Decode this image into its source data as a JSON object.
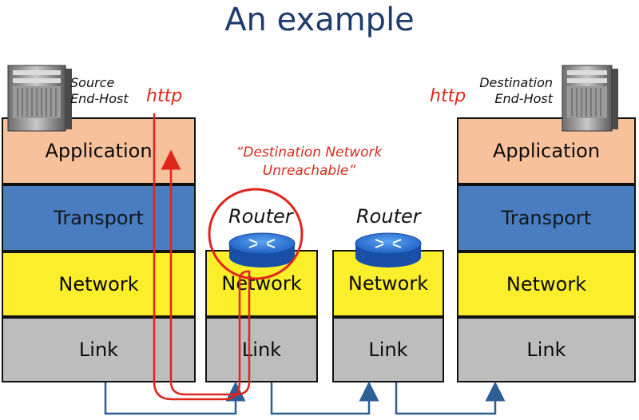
{
  "title": "An example",
  "source": {
    "line1": "Source",
    "line2": "End-Host"
  },
  "destination": {
    "line1": "Destination",
    "line2": "End-Host"
  },
  "http_left": "http",
  "http_right": "http",
  "annotation": {
    "line1": "“Destination Network",
    "line2": "Unreachable”"
  },
  "router_labels": [
    "Router",
    "Router"
  ],
  "layers": {
    "application": "Application",
    "transport": "Transport",
    "network": "Network",
    "link": "Link"
  },
  "colors": {
    "application": "#f7c19c",
    "transport": "#4a7dbf",
    "network": "#fbee2a",
    "link": "#bdbdbd",
    "accent_red": "#e0251b",
    "wire_blue": "#2d5f96",
    "title": "#1f3c6e"
  },
  "icons": [
    "server-icon",
    "router-icon"
  ]
}
